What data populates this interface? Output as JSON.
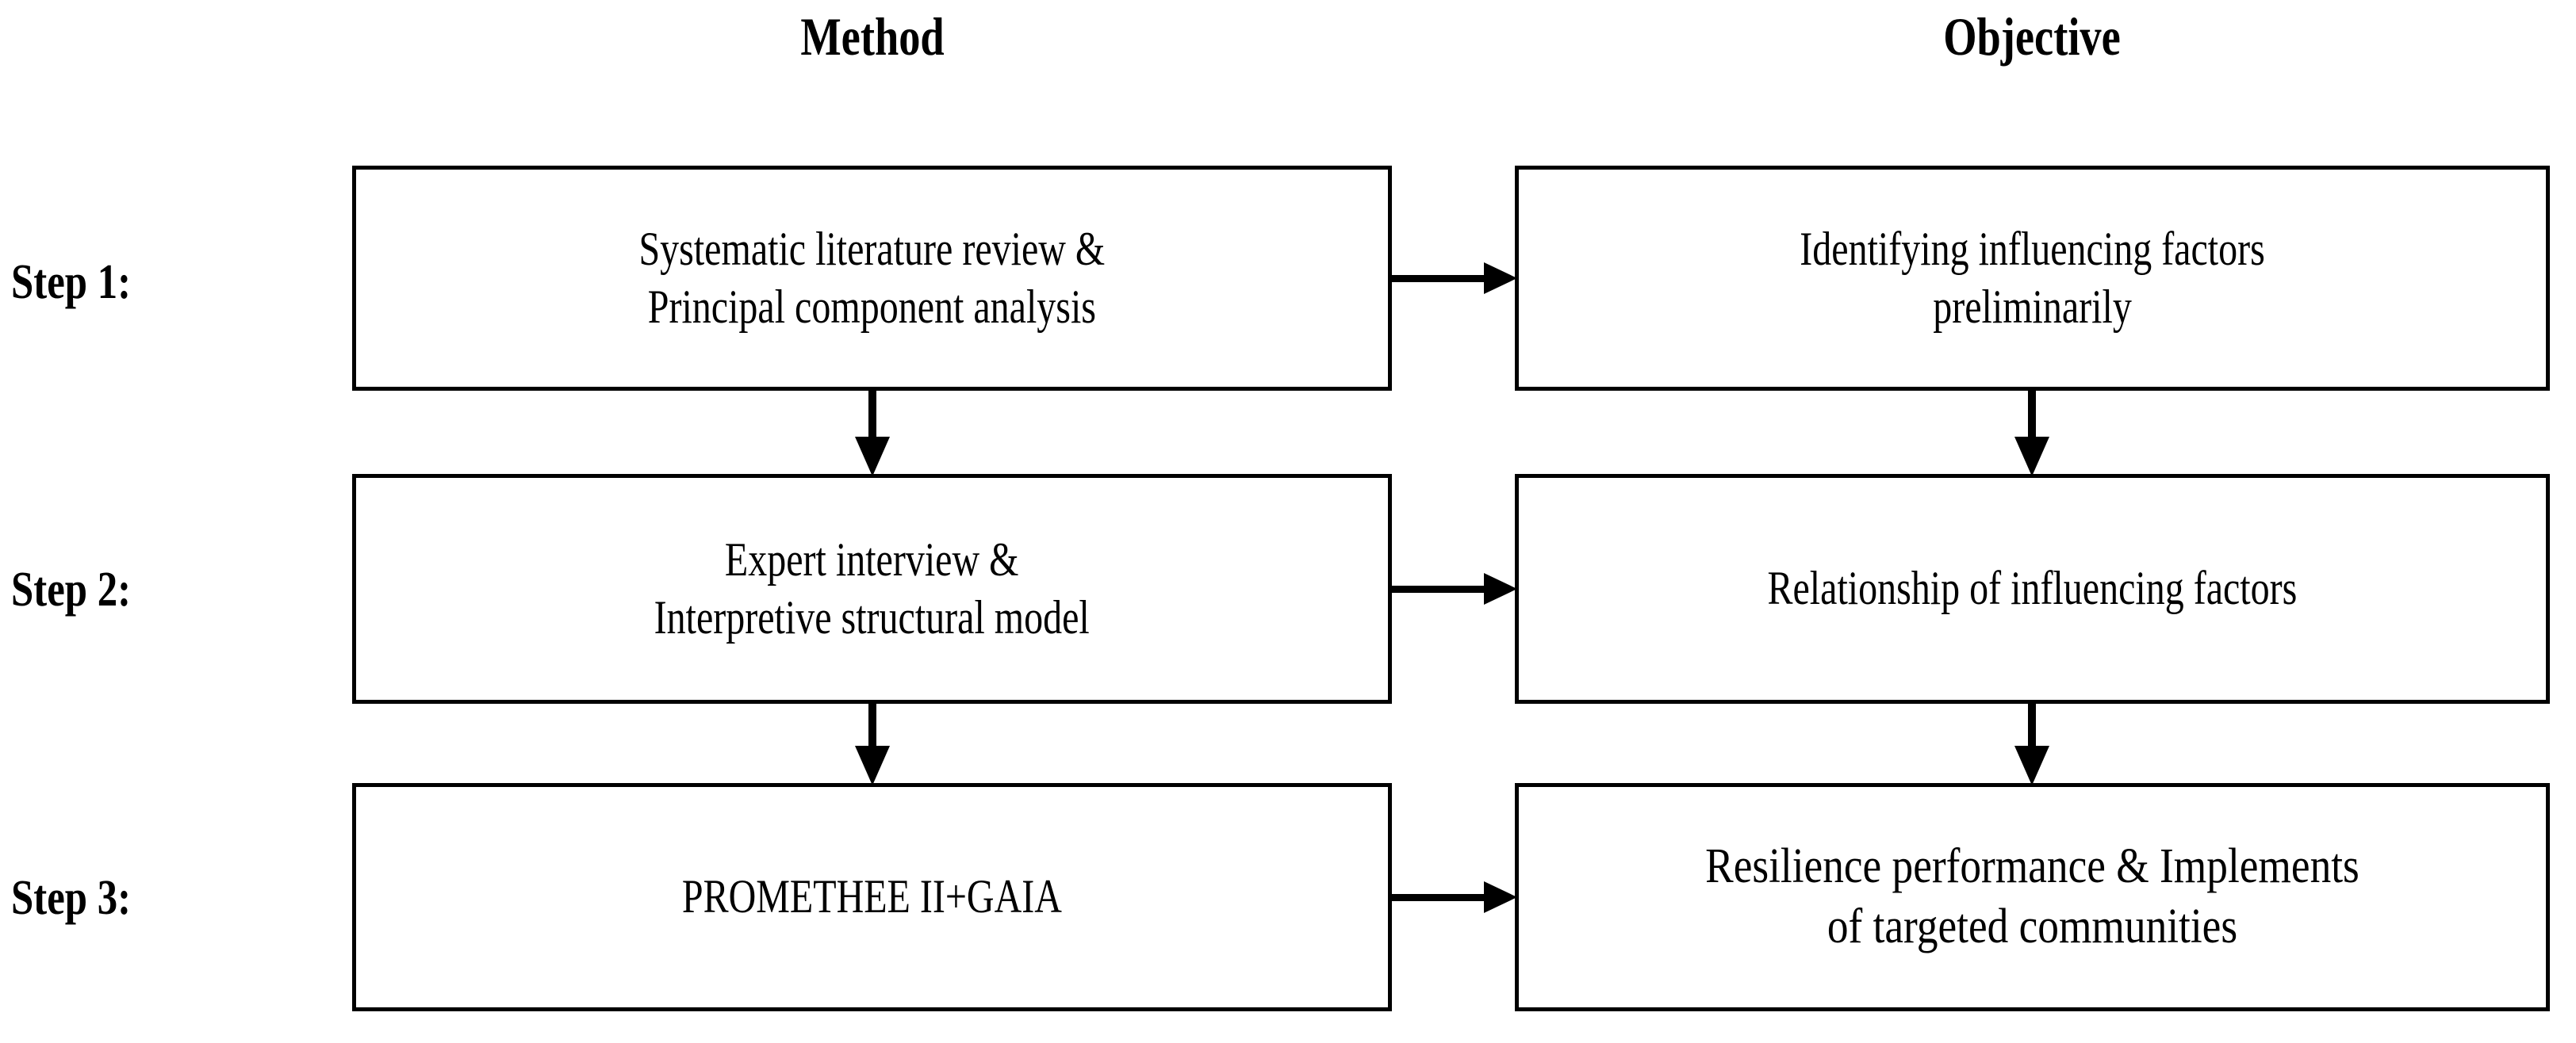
{
  "columns": {
    "method": {
      "title": "Method"
    },
    "objective": {
      "title": "Objective"
    }
  },
  "steps": [
    {
      "label": "Step 1:",
      "method": {
        "line1": "Systematic literature review &",
        "line2": "Principal component analysis"
      },
      "objective": {
        "line1": "Identifying influencing factors",
        "line2": "preliminarily"
      }
    },
    {
      "label": "Step 2:",
      "method": {
        "line1": "Expert interview &",
        "line2": "Interpretive structural model"
      },
      "objective": {
        "line1": "Relationship of influencing factors",
        "line2": ""
      }
    },
    {
      "label": "Step 3:",
      "method": {
        "line1": "PROMETHEE II+GAIA",
        "line2": ""
      },
      "objective": {
        "line1": "Resilience performance & Implements",
        "line2": "of targeted communities"
      }
    }
  ],
  "colors": {
    "stroke": "#000000",
    "background": "#ffffff",
    "text": "#000000"
  }
}
